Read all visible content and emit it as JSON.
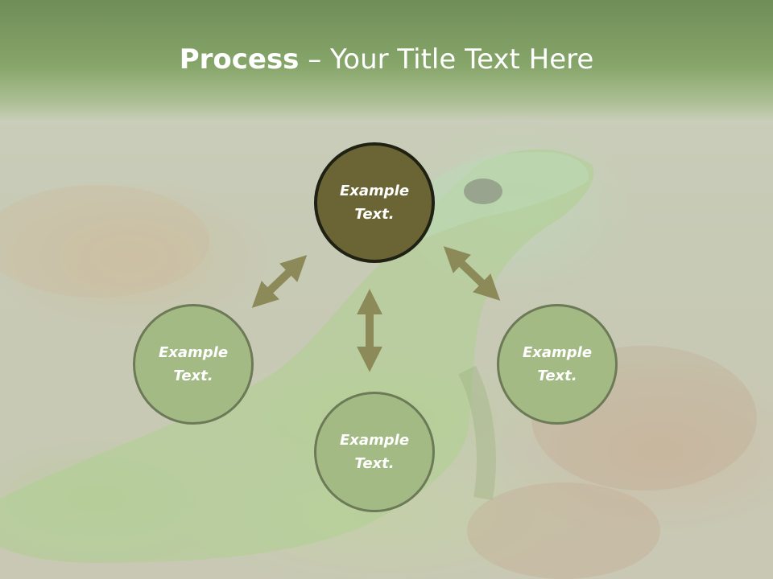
{
  "slide": {
    "title_bold": "Process",
    "title_rest": " – Your Title Text Here"
  },
  "nodes": {
    "center": "Example\nText.",
    "left": "Example\nText.",
    "bottom": "Example\nText.",
    "right": "Example\nText."
  },
  "colors": {
    "header_green": "#7d9d60",
    "center_node": "#6b6536",
    "outer_node": "#a3ba84",
    "arrow": "#8b8a58"
  }
}
